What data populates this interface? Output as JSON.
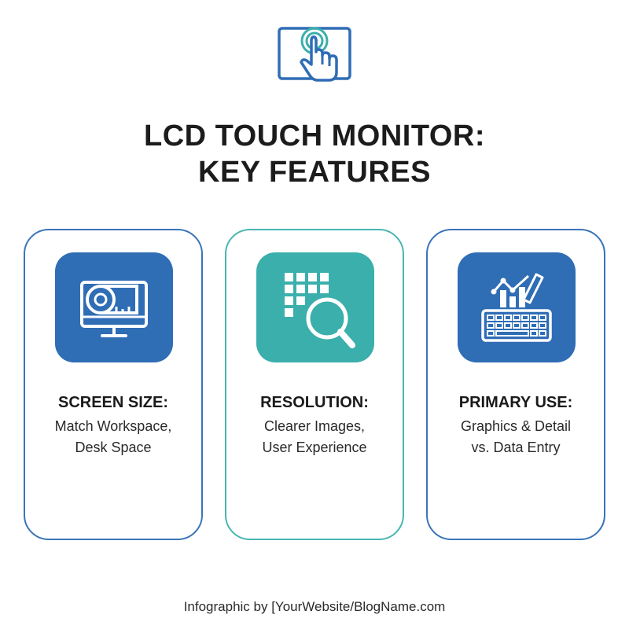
{
  "title": {
    "line1": "LCD TOUCH MONITOR:",
    "line2": "KEY FEATURES"
  },
  "colors": {
    "blue": "#2f6db5",
    "teal": "#3bafab",
    "text": "#1c1c1c"
  },
  "header_icon": "touch-screen-hand-icon",
  "cards": [
    {
      "icon": "monitor-measuring-tape-icon",
      "heading": "SCREEN SIZE:",
      "line1": "Match Workspace,",
      "line2": "Desk Space"
    },
    {
      "icon": "pixel-grid-magnifier-icon",
      "heading": "RESOLUTION:",
      "line1": "Clearer Images,",
      "line2": "User Experience"
    },
    {
      "icon": "chart-pencil-keyboard-icon",
      "heading": "PRIMARY USE:",
      "line1": "Graphics & Detail",
      "line2": "vs. Data Entry"
    }
  ],
  "footer": "Infographic by [YourWebsite/BlogName.com"
}
